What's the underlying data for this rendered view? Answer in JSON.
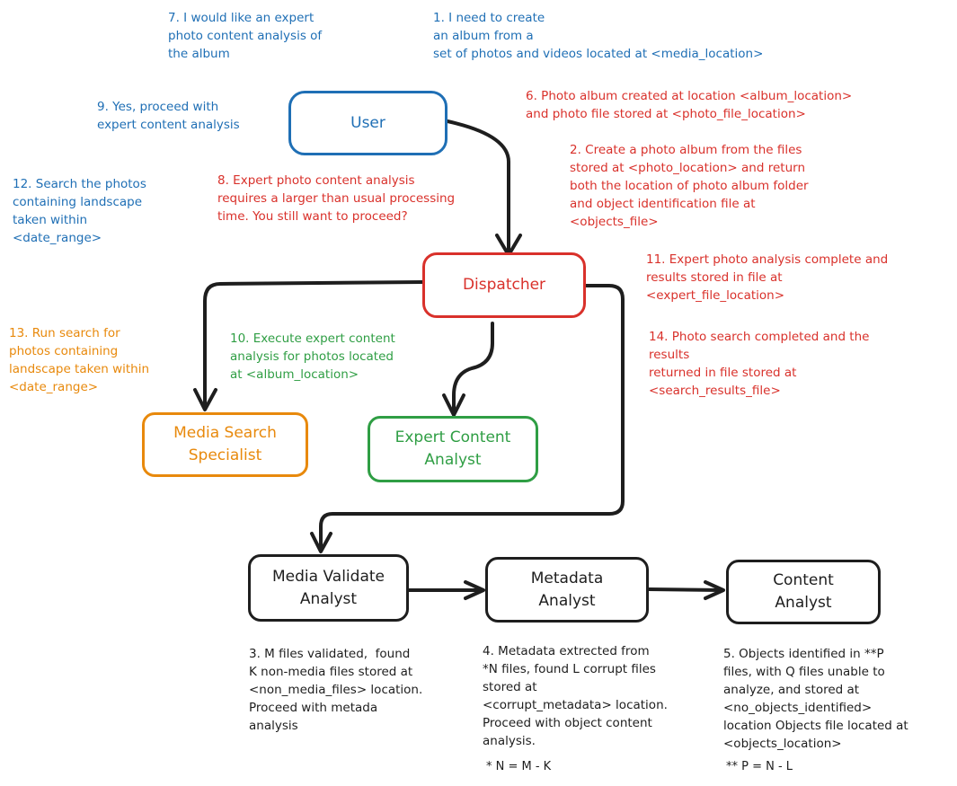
{
  "colors": {
    "user": "#1f6fb5",
    "dispatcher": "#d9312b",
    "expert": "#2f9e44",
    "search": "#e8890c",
    "analyst": "#1e1e1e"
  },
  "nodes": {
    "user": "User",
    "dispatcher": "Dispatcher",
    "media_search": "Media Search\nSpecialist",
    "expert_content": "Expert Content\nAnalyst",
    "media_validate": "Media Validate\nAnalyst",
    "metadata": "Metadata\nAnalyst",
    "content": "Content\nAnalyst"
  },
  "notes": {
    "step1": "1. I need to create\nan album from a\nset of photos and videos located at <media_location>",
    "step2": "2. Create a photo album from the files\nstored at <photo_location> and return\nboth the location of photo album folder\nand object identification file at\n<objects_file>",
    "step3": "3. M files validated,  found\nK non-media files stored at\n<non_media_files> location.\nProceed with metada\nanalysis",
    "step4": "4. Metadata extrected from\n*N files, found L corrupt files\nstored at\n<corrupt_metadata> location.\nProceed with object content\nanalysis.",
    "step5": "5. Objects identified in **P\nfiles, with Q files unable to\nanalyze, and stored at\n<no_objects_identified>\nlocation Objects file located at\n<objects_location>",
    "step6": "6. Photo album created at location <album_location>\nand photo file stored at <photo_file_location>",
    "step7": "7. I would like an expert\nphoto content analysis of\nthe album",
    "step8": "8. Expert photo content analysis\nrequires a larger than usual processing\ntime. You still want to proceed?",
    "step9": "9. Yes, proceed with\nexpert content analysis",
    "step10": "10. Execute expert content\nanalysis for photos located\nat <album_location>",
    "step11": "11. Expert photo analysis complete and\nresults stored in file at\n<expert_file_location>",
    "step12": "12. Search the photos\ncontaining landscape\ntaken within\n<date_range>",
    "step13": "13. Run search for\nphotos containing\nlandscape taken within\n<date_range>",
    "step14": "14. Photo search completed and the\nresults\nreturned in file stored at\n<search_results_file>"
  },
  "formulas": {
    "n": "* N = M - K",
    "p": "** P = N - L"
  }
}
